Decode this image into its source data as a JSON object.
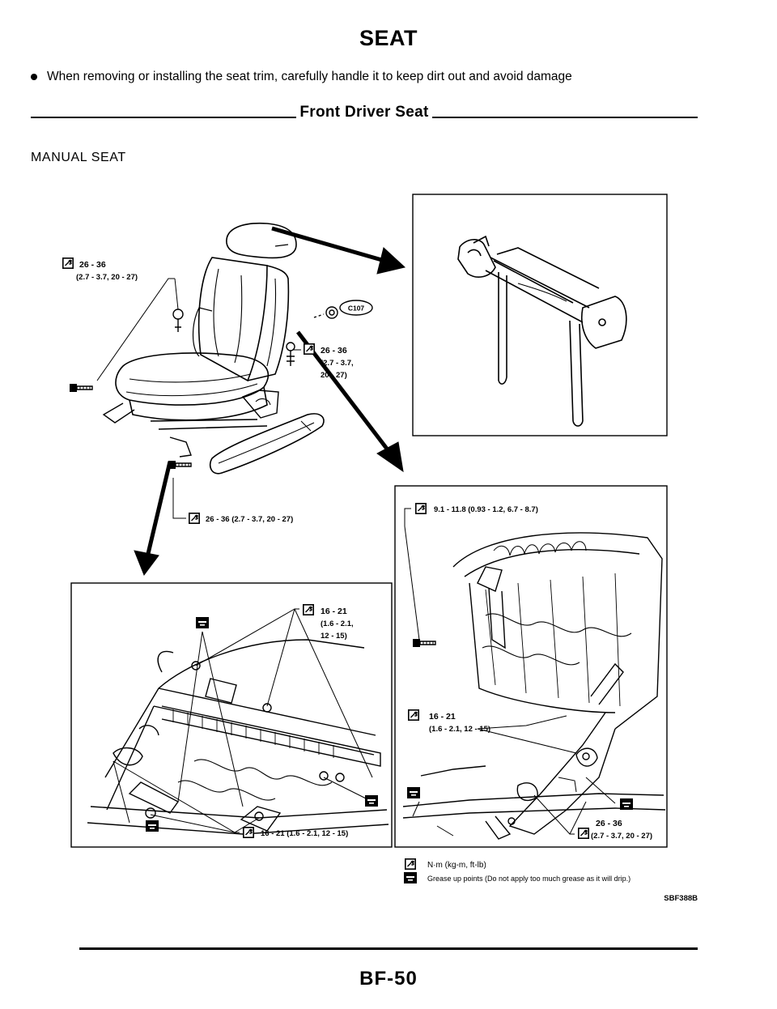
{
  "header": {
    "title": "SEAT"
  },
  "note": {
    "text": "When removing or installing the seat trim, carefully handle it to keep dirt out and avoid damage"
  },
  "section": {
    "title": "Front Driver Seat"
  },
  "subsection": {
    "title": "MANUAL SEAT"
  },
  "diagram": {
    "seat_callouts": {
      "top_left": {
        "line1": "26 - 36",
        "line2": "(2.7 - 3.7, 20 - 27)"
      },
      "center_right": {
        "line1": "26 - 36",
        "line2": "(2.7 - 3.7,",
        "line3": "20 - 27)"
      },
      "bottom": {
        "text": "26 - 36 (2.7 - 3.7, 20 - 27)"
      },
      "connector": {
        "text": "C107"
      }
    },
    "rail_panel": {
      "top": {
        "line1": "16 - 21",
        "line2": "(1.6 - 2.1,",
        "line3": "12 - 15)"
      },
      "bottom": {
        "text": "16 - 21 (1.6 - 2.1, 12 - 15)"
      }
    },
    "recliner_panel": {
      "top": {
        "text": "9.1 - 11.8 (0.93 - 1.2, 6.7 - 8.7)"
      },
      "middle": {
        "line1": "16 - 21",
        "line2": "(1.6 - 2.1, 12 - 15)"
      },
      "bottom": {
        "line1": "26 - 36",
        "line2": "(2.7 - 3.7, 20 - 27)"
      }
    },
    "legend": {
      "torque": "N·m (kg-m, ft-lb)",
      "grease": "Grease up points (Do not apply too much grease as it will drip.)"
    },
    "figure_code": "SBF388B"
  },
  "footer": {
    "page_number": "BF-50"
  },
  "icons": {
    "torque": "torque-wrench-icon",
    "grease": "grease-point-icon"
  }
}
